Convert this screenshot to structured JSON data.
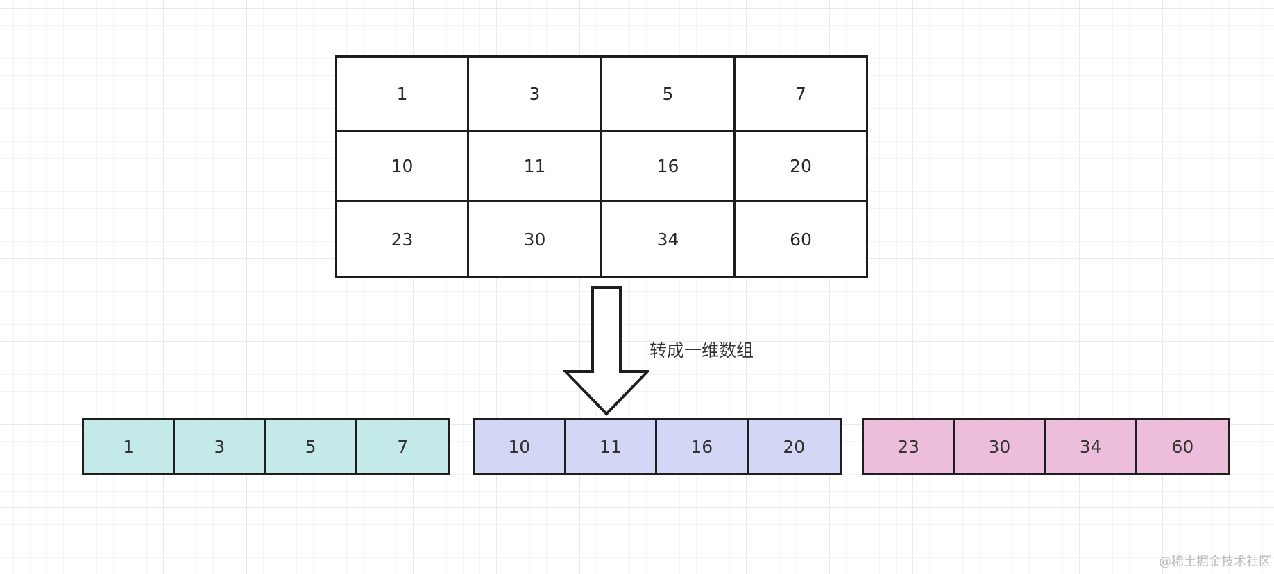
{
  "matrix": {
    "rows": [
      [
        "1",
        "3",
        "5",
        "7"
      ],
      [
        "10",
        "11",
        "16",
        "20"
      ],
      [
        "23",
        "30",
        "34",
        "60"
      ]
    ]
  },
  "arrow": {
    "label": "转成一维数组"
  },
  "arrays": [
    {
      "color": "#c3e9e9",
      "values": [
        "1",
        "3",
        "5",
        "7"
      ]
    },
    {
      "color": "#d4d6f6",
      "values": [
        "10",
        "11",
        "16",
        "20"
      ]
    },
    {
      "color": "#edbedb",
      "values": [
        "23",
        "30",
        "34",
        "60"
      ]
    }
  ],
  "colors": {
    "stroke": "#1e1e1e",
    "grid": "#e9e9e9"
  },
  "watermark": "@稀土掘金技术社区"
}
